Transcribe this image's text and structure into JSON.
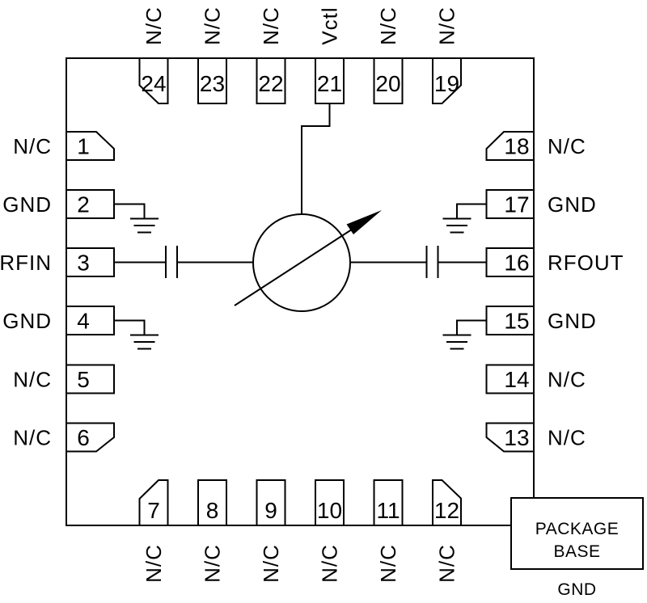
{
  "colors": {
    "line": "#000000",
    "background": "#ffffff",
    "arrow_fill": "#000000"
  },
  "pins": {
    "top": [
      {
        "number": "24",
        "label": "N/C"
      },
      {
        "number": "23",
        "label": "N/C"
      },
      {
        "number": "22",
        "label": "N/C"
      },
      {
        "number": "21",
        "label": "Vctl"
      },
      {
        "number": "20",
        "label": "N/C"
      },
      {
        "number": "19",
        "label": "N/C"
      }
    ],
    "left": [
      {
        "number": "1",
        "label": "N/C"
      },
      {
        "number": "2",
        "label": "GND"
      },
      {
        "number": "3",
        "label": "RFIN"
      },
      {
        "number": "4",
        "label": "GND"
      },
      {
        "number": "5",
        "label": "N/C"
      },
      {
        "number": "6",
        "label": "N/C"
      }
    ],
    "right": [
      {
        "number": "18",
        "label": "N/C"
      },
      {
        "number": "17",
        "label": "GND"
      },
      {
        "number": "16",
        "label": "RFOUT"
      },
      {
        "number": "15",
        "label": "GND"
      },
      {
        "number": "14",
        "label": "N/C"
      },
      {
        "number": "13",
        "label": "N/C"
      }
    ],
    "bottom": [
      {
        "number": "7",
        "label": "N/C"
      },
      {
        "number": "8",
        "label": "N/C"
      },
      {
        "number": "9",
        "label": "N/C"
      },
      {
        "number": "10",
        "label": "N/C"
      },
      {
        "number": "11",
        "label": "N/C"
      },
      {
        "number": "12",
        "label": "N/C"
      }
    ]
  },
  "package_base": {
    "line1": "PACKAGE",
    "line2": "BASE",
    "ground_label": "GND"
  },
  "symbols": {
    "center": "variable-attenuator",
    "series_elements": "dc-blocking-capacitor",
    "ground": "ground-symbol"
  }
}
